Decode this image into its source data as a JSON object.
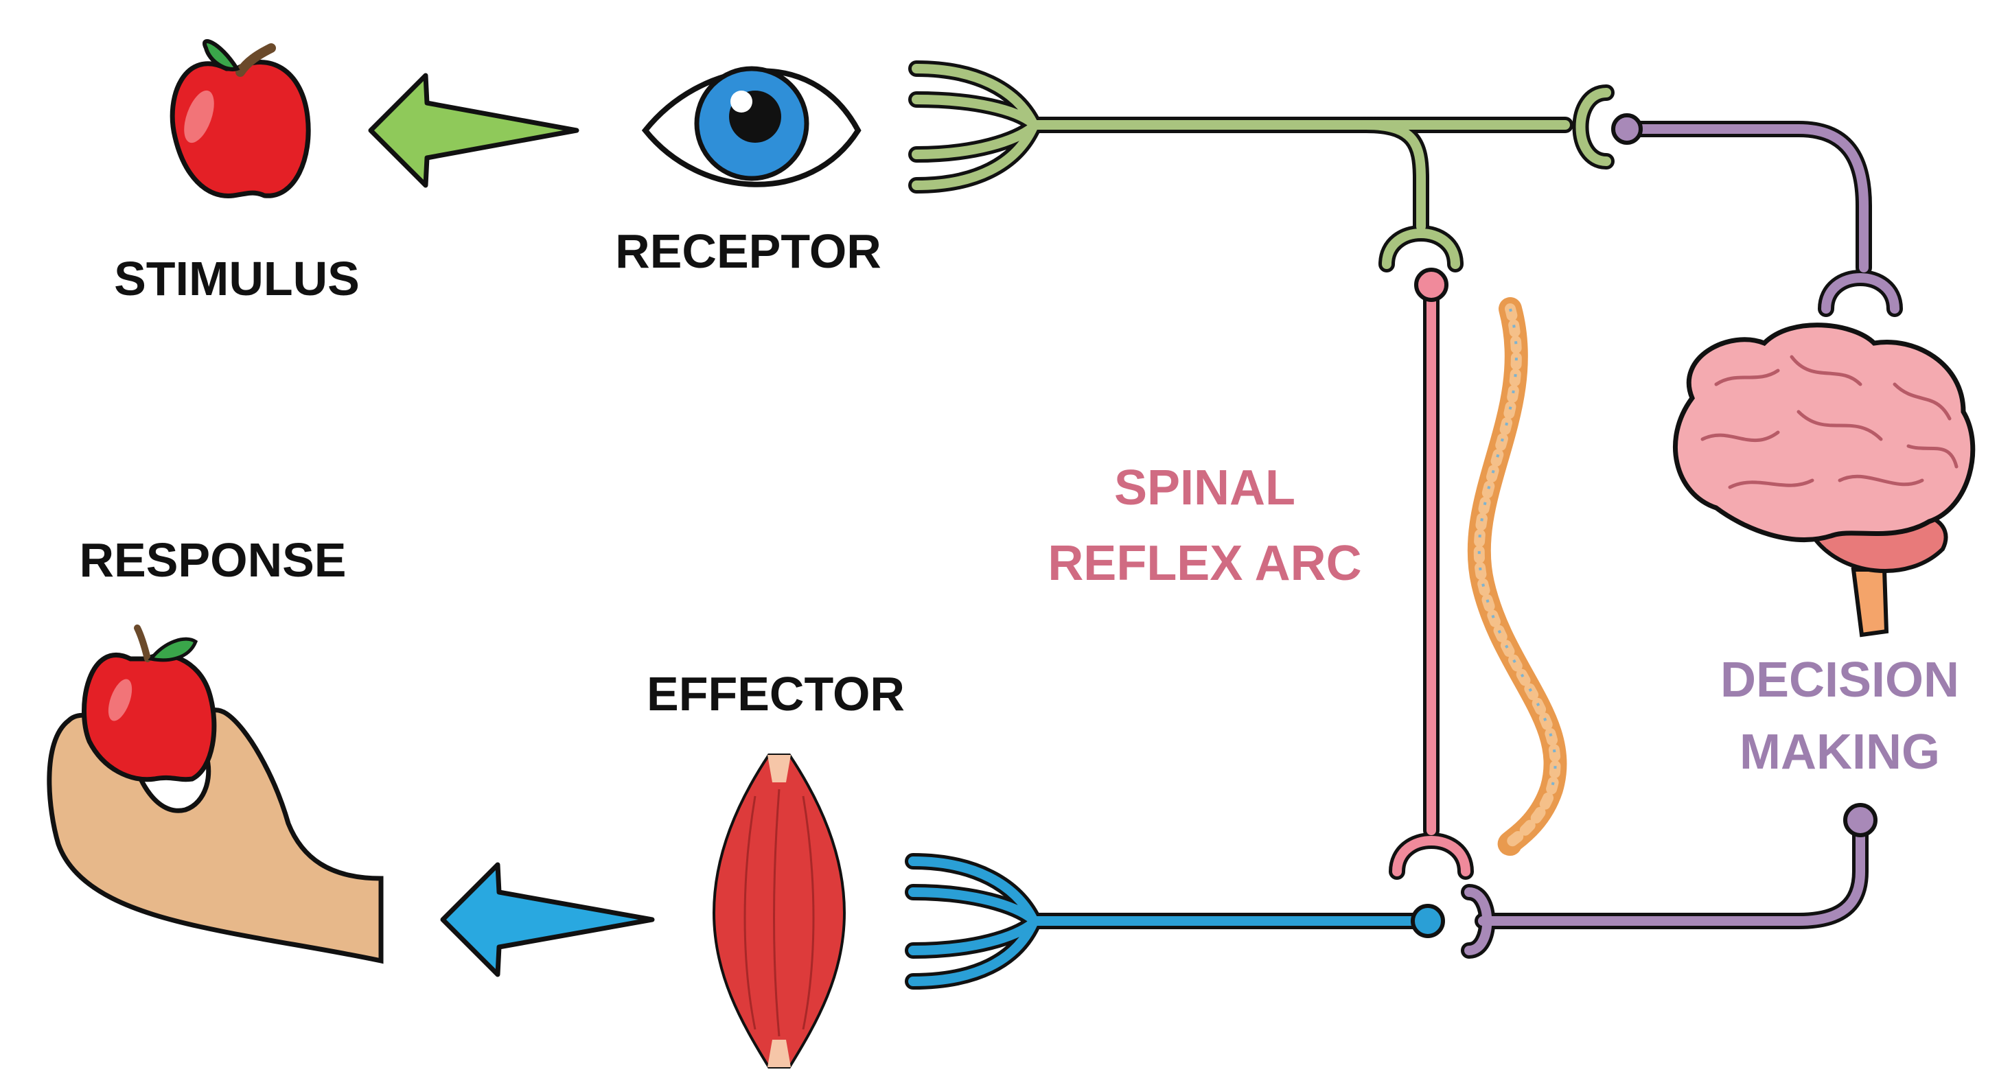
{
  "labels": {
    "stimulus": "STIMULUS",
    "receptor": "RECEPTOR",
    "response": "RESPONSE",
    "effector": "EFFECTOR",
    "spinal_line1": "SPINAL",
    "spinal_line2": "REFLEX ARC",
    "decision_line1": "DECISION",
    "decision_line2": "MAKING"
  },
  "colors": {
    "sensory": "#a9c47f",
    "motor": "#2a9fd6",
    "relay_spinal": "#f08a9b",
    "relay_brain": "#a889b8",
    "spinal_text": "#d06b82",
    "decision_text": "#9d7fae",
    "green_arrow": "#8fc95a",
    "blue_arrow": "#29a8e0"
  }
}
